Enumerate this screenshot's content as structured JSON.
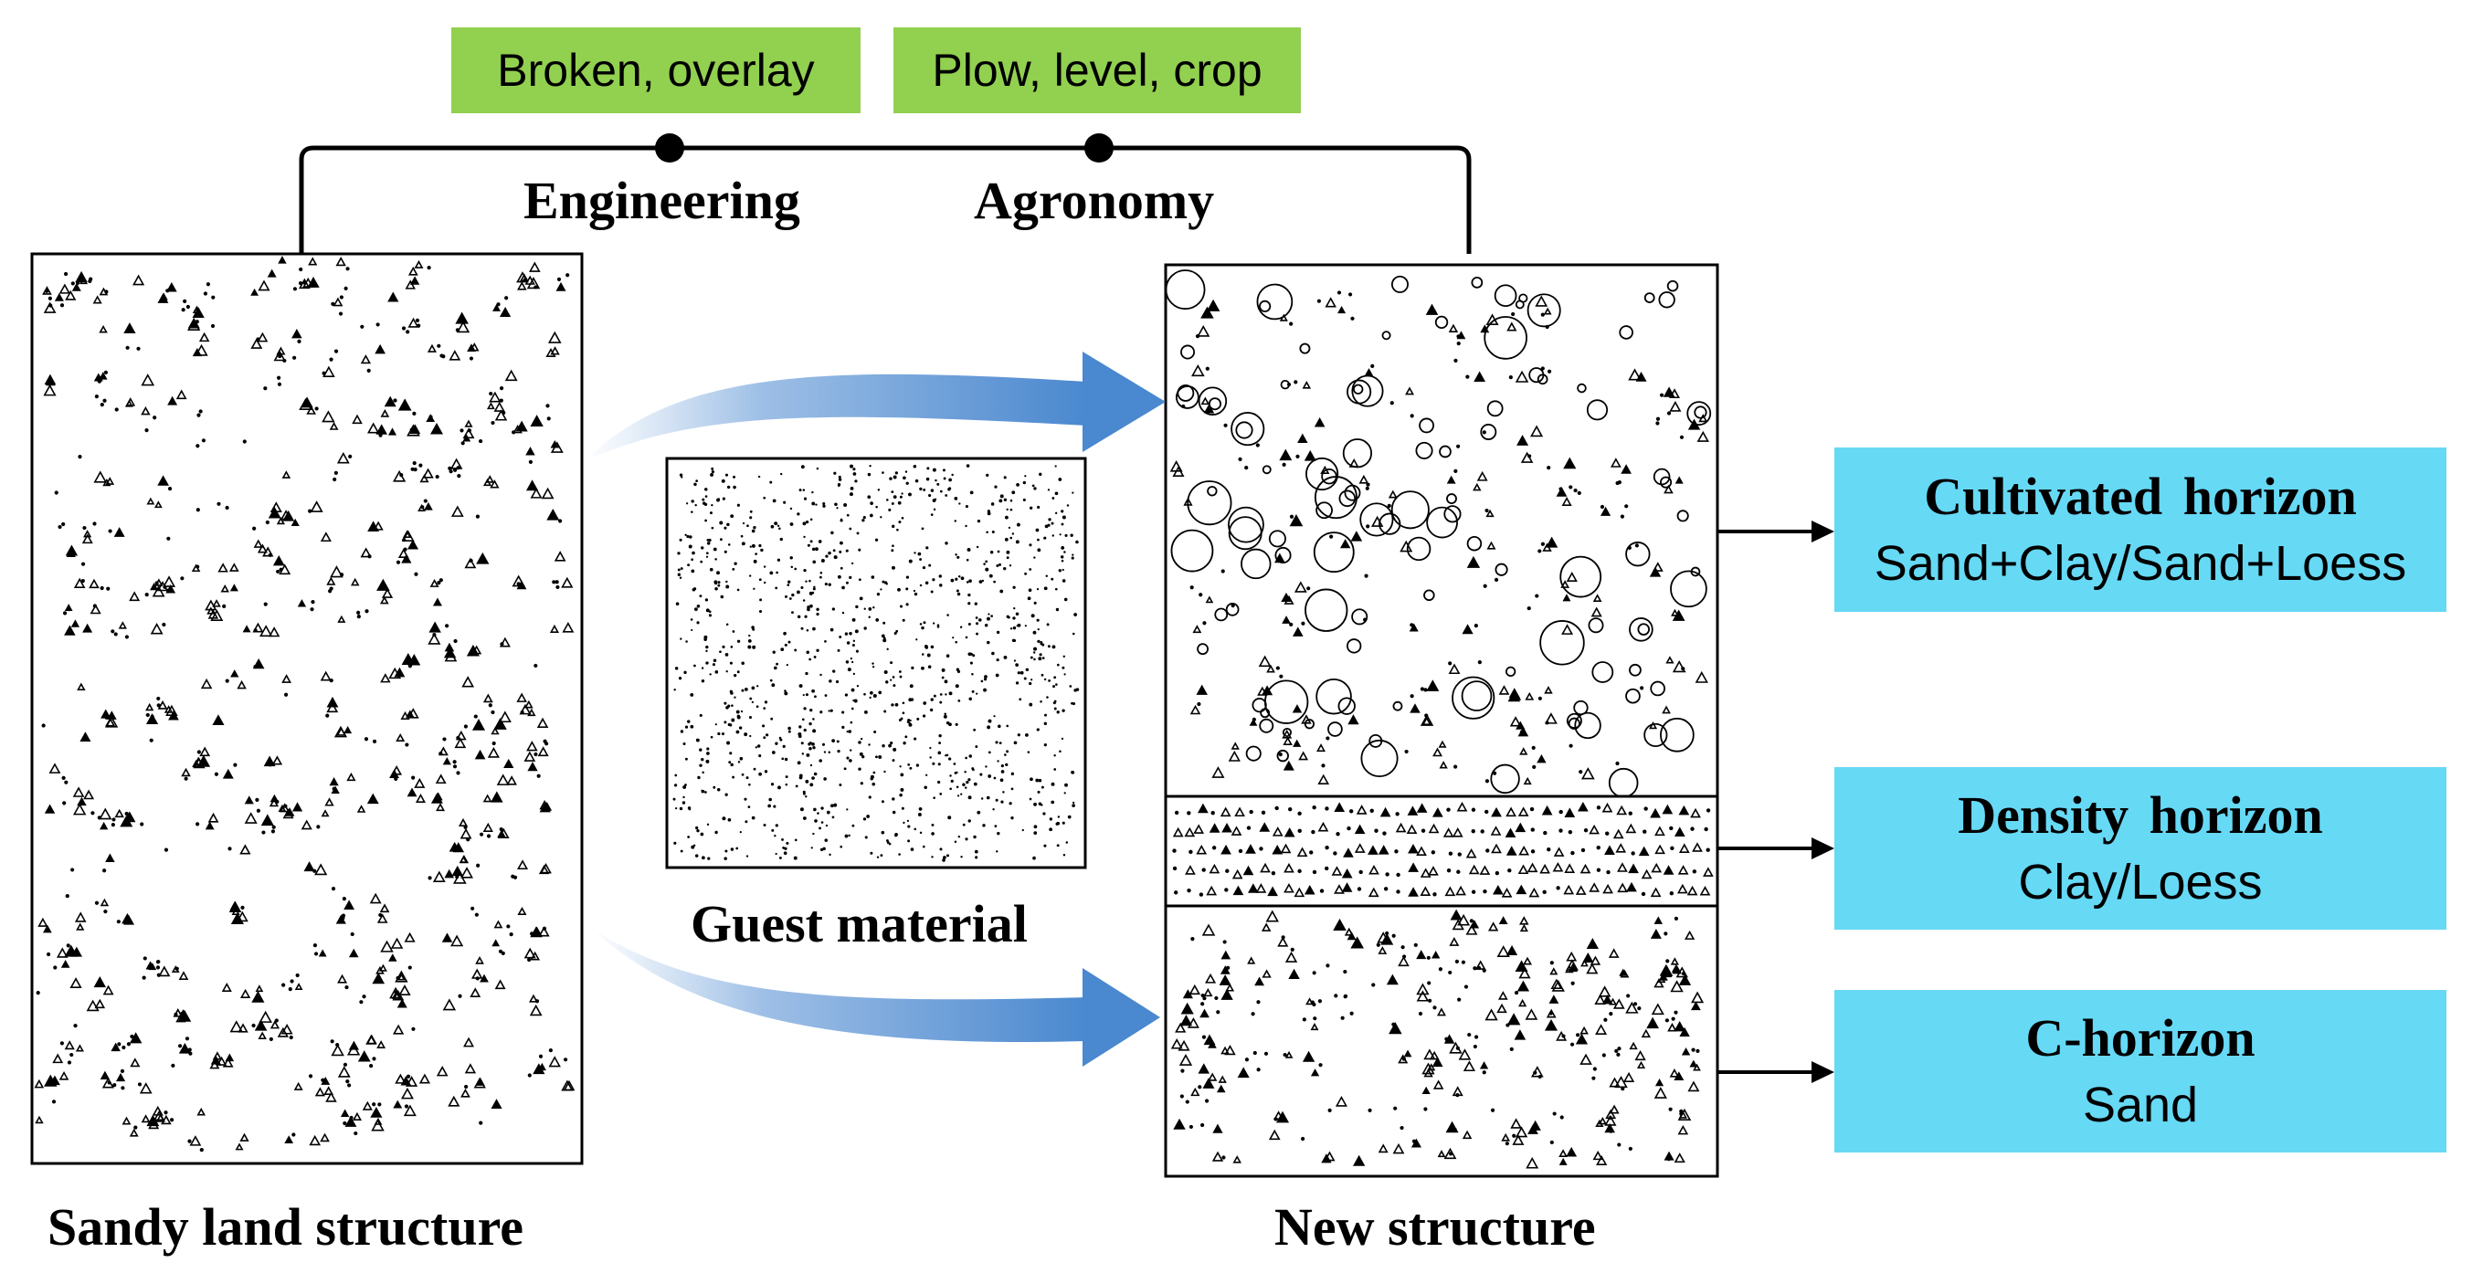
{
  "top_tags": {
    "engineering_tag": "Broken, overlay",
    "agronomy_tag": "Plow, level,  crop"
  },
  "process_labels": {
    "engineering": "Engineering",
    "agronomy": "Agronomy"
  },
  "panels": {
    "sandy_land": "Sandy land structure",
    "guest_material": "Guest material",
    "new_structure": "New structure"
  },
  "horizons": [
    {
      "title": "Cultivated  horizon",
      "subtitle": "Sand+Clay/Sand+Loess"
    },
    {
      "title": "Density  horizon",
      "subtitle": "Clay/Loess"
    },
    {
      "title": "C-horizon",
      "subtitle": "Sand"
    }
  ],
  "colors": {
    "tag_green": "#92d050",
    "horizon_blue": "#66d9f5",
    "arrow_blue": "#4a88cf"
  }
}
